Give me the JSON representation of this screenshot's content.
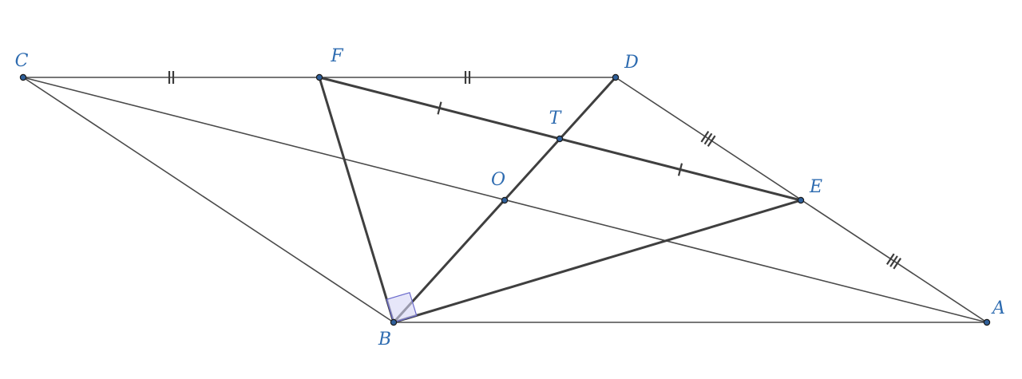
{
  "points": [
    {
      "id": "C",
      "label": "C"
    },
    {
      "id": "F",
      "label": "F"
    },
    {
      "id": "D",
      "label": "D"
    },
    {
      "id": "T",
      "label": "T"
    },
    {
      "id": "O",
      "label": "O"
    },
    {
      "id": "E",
      "label": "E"
    },
    {
      "id": "B",
      "label": "B"
    },
    {
      "id": "A",
      "label": "A"
    }
  ],
  "segments": [
    {
      "from": "C",
      "to": "D",
      "weight": "thin"
    },
    {
      "from": "C",
      "to": "B",
      "weight": "thin"
    },
    {
      "from": "C",
      "to": "A",
      "weight": "thin"
    },
    {
      "from": "D",
      "to": "A",
      "weight": "thin"
    },
    {
      "from": "B",
      "to": "A",
      "weight": "thin"
    },
    {
      "from": "F",
      "to": "E",
      "weight": "thick"
    },
    {
      "from": "F",
      "to": "B",
      "weight": "thick"
    },
    {
      "from": "B",
      "to": "D",
      "weight": "thick"
    },
    {
      "from": "B",
      "to": "E",
      "weight": "thick"
    }
  ],
  "equal_marks": [
    {
      "from": "C",
      "to": "F",
      "count": 2
    },
    {
      "from": "F",
      "to": "D",
      "count": 2
    },
    {
      "from": "F",
      "to": "T",
      "count": 1
    },
    {
      "from": "T",
      "to": "E",
      "count": 1
    },
    {
      "from": "D",
      "to": "E",
      "count": 3
    },
    {
      "from": "E",
      "to": "A",
      "count": 3
    }
  ],
  "right_angle": {
    "vertex": "B",
    "arm1": "F",
    "arm2": "E"
  },
  "colors": {
    "label": "#2d6bb0",
    "line": "#4a4a4a",
    "point_fill": "#2f5f9a",
    "right_angle_fill": "#d6d6f5"
  }
}
